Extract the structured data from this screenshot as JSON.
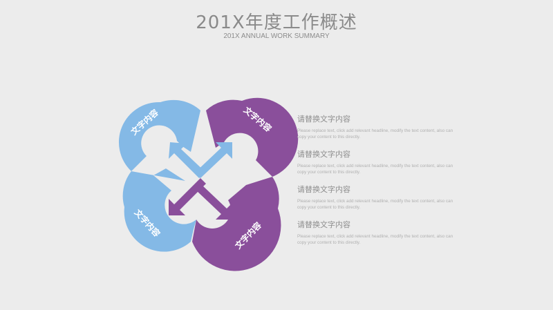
{
  "header": {
    "title": "201X年度工作概述",
    "subtitle": "201X ANNUAL WORK SUMMARY"
  },
  "diagram": {
    "labels": [
      "文字内容",
      "文字内容",
      "文字内容",
      "文字内容"
    ],
    "colors": {
      "blue": "#84b9e6",
      "purple": "#8a4f9b"
    }
  },
  "items": [
    {
      "title": "请替换文字内容",
      "text": "Please replace text, click add relevant headline, modify the text content, also can copy your content to this directly."
    },
    {
      "title": "请替换文字内容",
      "text": "Please replace text, click add relevant headline, modify the text content, also can copy your content to this directly."
    },
    {
      "title": "请替换文字内容",
      "text": "Please replace text, click add relevant headline, modify the text content, also can copy your content to this directly."
    },
    {
      "title": "请替换文字内容",
      "text": "Please replace text, click add relevant headline, modify the text content, also can copy your content to this directly."
    }
  ]
}
